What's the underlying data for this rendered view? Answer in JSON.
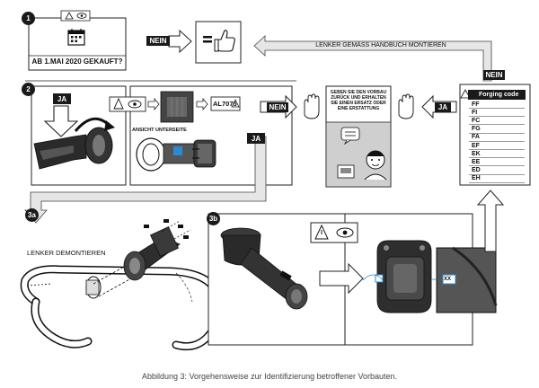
{
  "steps": {
    "s1": "1",
    "s2": "2",
    "s3a": "3a",
    "s3b": "3b"
  },
  "step1": {
    "question": "AB 1.MAI  2020 GEKAUFT?",
    "no_label": "NEIN"
  },
  "top_arrow": {
    "label": "LENKER GEMÄSS HANDBUCH MONTIEREN"
  },
  "step2": {
    "yes_label": "JA",
    "view_label": "ANSICHT UNTERSEITE",
    "model_code": "AL7075",
    "no_label": "NEIN",
    "yes_label_2": "JA"
  },
  "message": {
    "text": "GEBEN SIE DEN VORBAU ZURÜCK UND ERHALTEN SIE EINEN ERSATZ ODER EINE ERSTATTUNG"
  },
  "forging": {
    "no_label": "NEIN",
    "yes_label": "JA",
    "title": "Forging code",
    "codes": [
      "FF",
      "FI",
      "FC",
      "FG",
      "FA",
      "EF",
      "EK",
      "EE",
      "ED",
      "EH"
    ]
  },
  "step3a": {
    "label": "LENKER DEMONTIEREN"
  },
  "step3b": {
    "code": "XX"
  },
  "caption": "Abbildung 3: Vorgehensweise zur Identifizierung betroffener Vorbauten.",
  "colors": {
    "dark": "#1a1a1a",
    "grey": "#c8c8c8",
    "light": "#e8e8e8",
    "accent": "#2a8ad4"
  }
}
